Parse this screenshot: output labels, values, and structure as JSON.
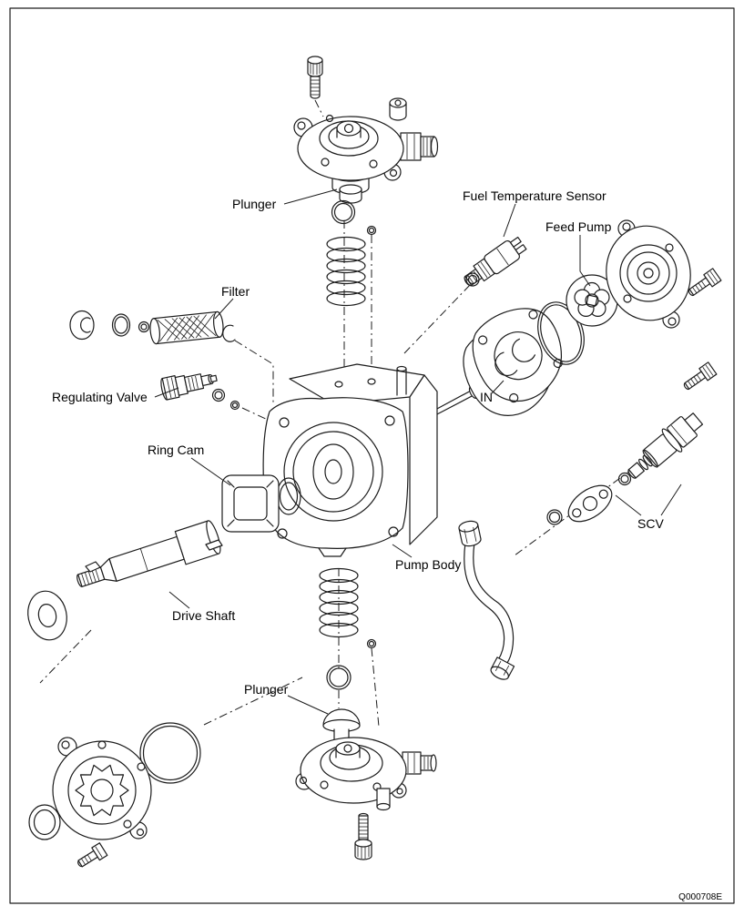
{
  "figure": {
    "code": "Q000708E",
    "labels": {
      "plunger_top": "Plunger",
      "fuel_temperature_sensor": "Fuel Temperature Sensor",
      "feed_pump": "Feed Pump",
      "filter": "Filter",
      "regulating_valve": "Regulating Valve",
      "ring_cam": "Ring Cam",
      "in_marker": "IN",
      "scv": "SCV",
      "pump_body": "Pump Body",
      "drive_shaft": "Drive Shaft",
      "plunger_bottom": "Plunger"
    },
    "colors": {
      "line": "#1c1c1c",
      "background": "#ffffff"
    }
  }
}
